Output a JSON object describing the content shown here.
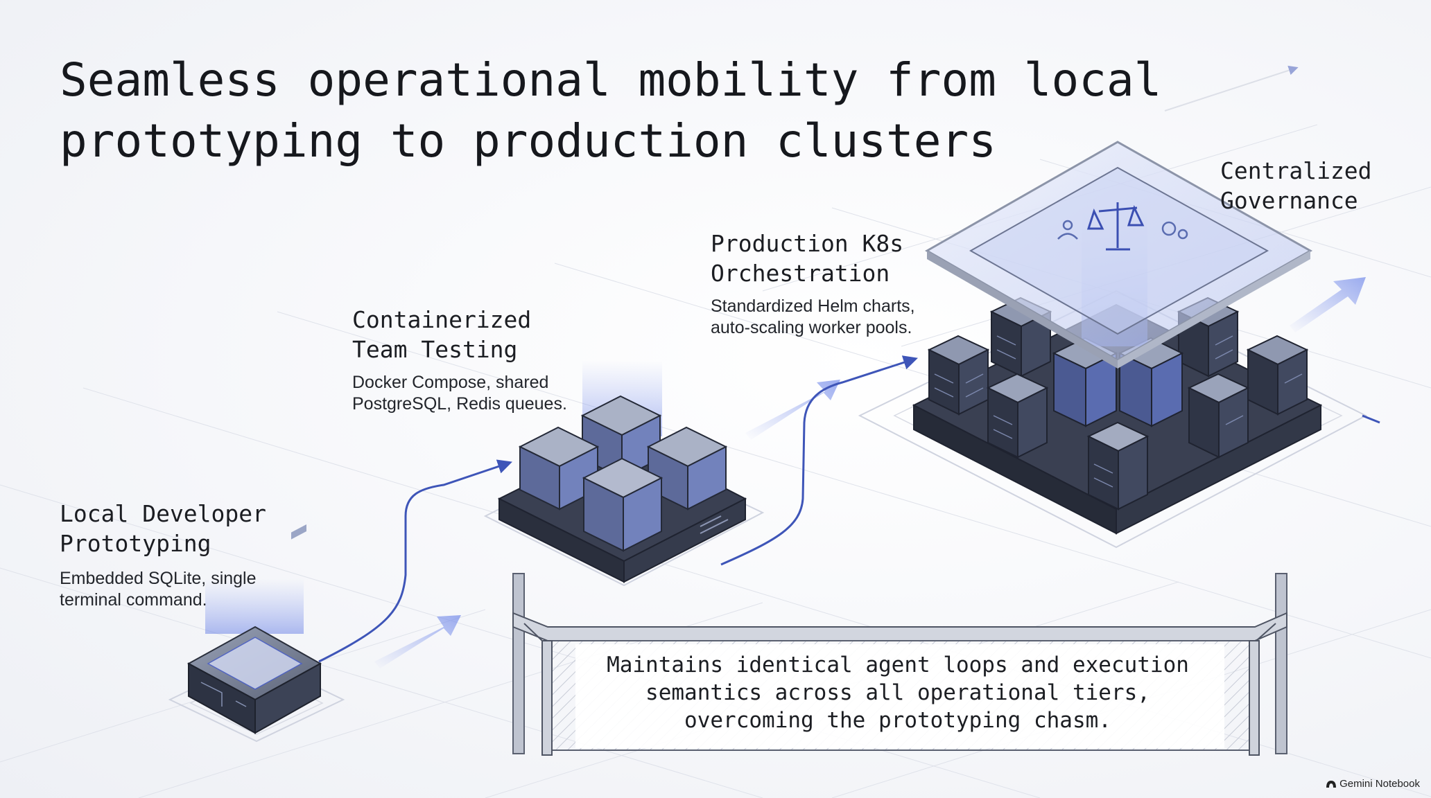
{
  "title": {
    "line1": "Seamless operational mobility from local",
    "line2": "prototyping to production clusters"
  },
  "stages": [
    {
      "heading": [
        "Local Developer",
        "Prototyping"
      ],
      "description": [
        "Embedded SQLite, single",
        "terminal command."
      ]
    },
    {
      "heading": [
        "Containerized",
        "Team Testing"
      ],
      "description": [
        "Docker Compose, shared",
        "PostgreSQL, Redis queues."
      ]
    },
    {
      "heading": [
        "Production K8s",
        "Orchestration"
      ],
      "description": [
        "Standardized Helm charts,",
        "auto-scaling worker pools."
      ]
    },
    {
      "heading": [
        "Centralized",
        "Governance"
      ]
    }
  ],
  "bridge": {
    "lines": [
      "Maintains identical agent loops and execution",
      "semantics across all operational tiers,",
      "overcoming the prototyping chasm."
    ]
  },
  "branding": {
    "label": "Gemini Notebook"
  },
  "colors": {
    "accent": "#4a5fc8",
    "server_dark": "#2b3140",
    "server_face": "#3c4356",
    "glass": "#b9c6f2",
    "text": "#16181d"
  }
}
